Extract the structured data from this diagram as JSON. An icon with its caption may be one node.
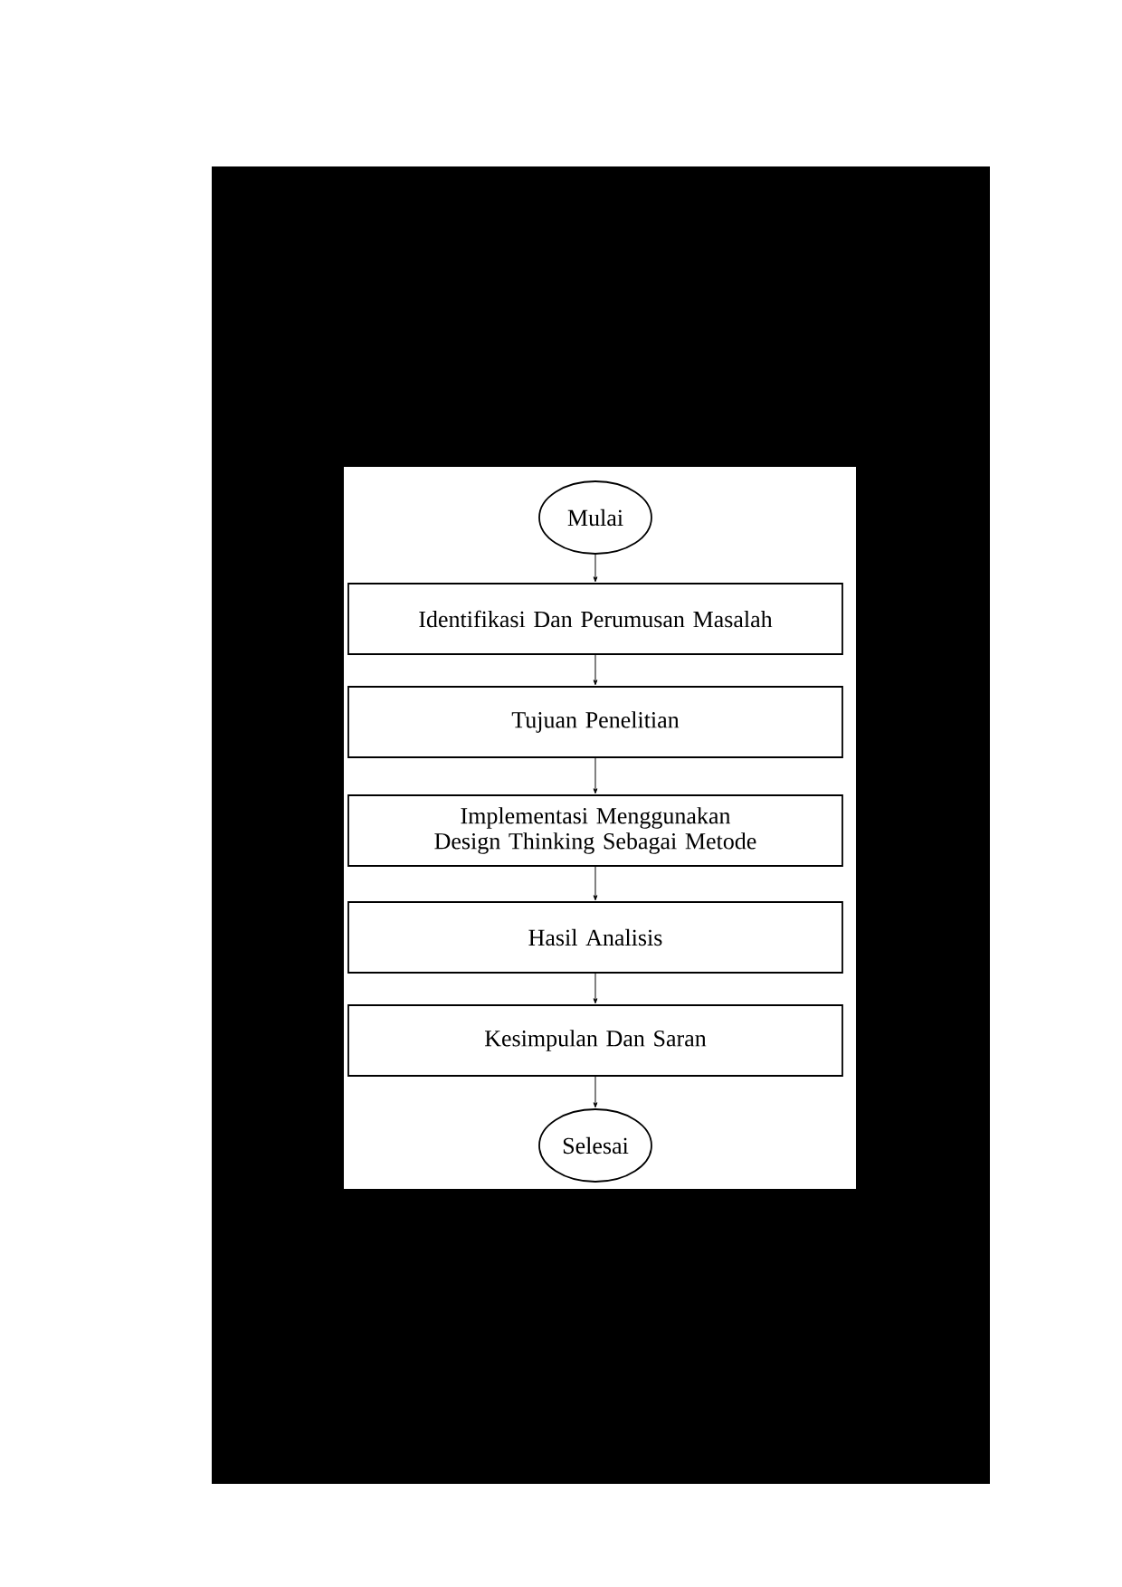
{
  "diagram": {
    "nodes": [
      {
        "text": [
          "Mulai"
        ]
      },
      {
        "text": [
          "Identifikasi Dan Perumusan Masalah"
        ]
      },
      {
        "text": [
          "Tujuan Penelitian"
        ]
      },
      {
        "text": [
          "Implementasi Menggunakan Design Thinking Sebagai Metode"
        ]
      },
      {
        "text": [
          "Hasil Analisis"
        ]
      },
      {
        "text": [
          "Kesimpulan Dan Saran"
        ]
      },
      {
        "text": [
          "Selesai"
        ]
      }
    ],
    "edges": [
      {
        "from": 0,
        "to": 1,
        "arrow": "to"
      },
      {
        "from": 1,
        "to": 2,
        "arrow": "to"
      },
      {
        "from": 2,
        "to": 3,
        "arrow": "to"
      },
      {
        "from": 3,
        "to": 4,
        "arrow": "to"
      },
      {
        "from": 4,
        "to": 5,
        "arrow": "to"
      },
      {
        "from": 5,
        "to": 6,
        "arrow": "to"
      }
    ]
  }
}
